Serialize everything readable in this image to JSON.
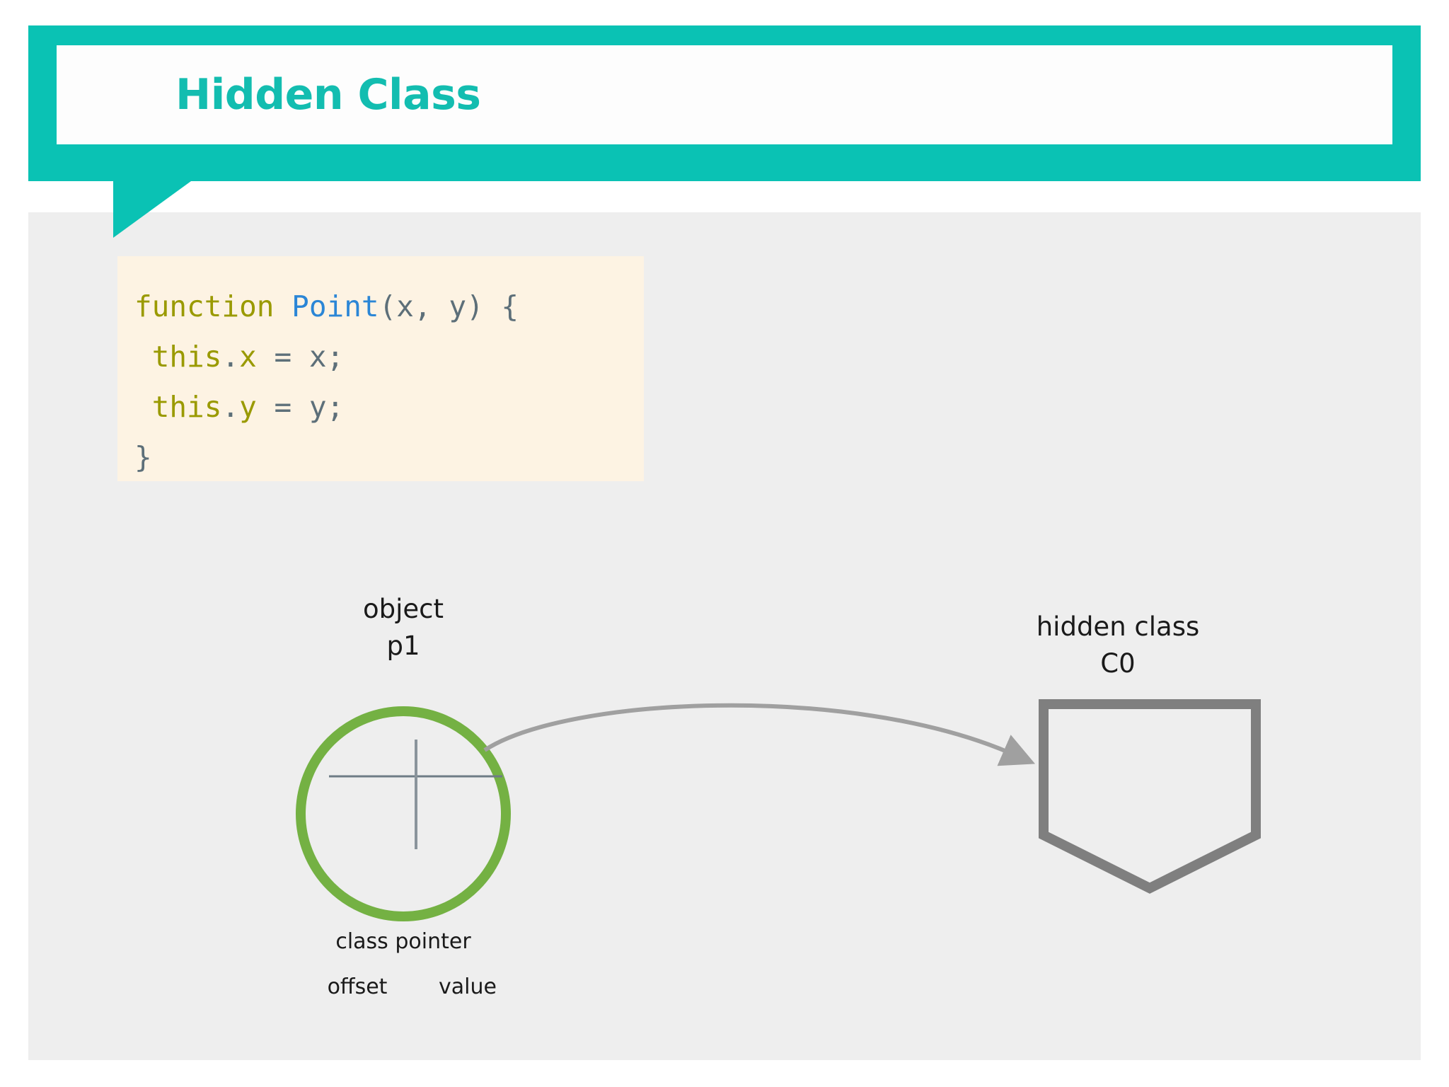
{
  "slide": {
    "title": "Hidden Class",
    "accent_color": "#0ac2b4",
    "title_color": "#13bdb0",
    "panel_color": "#eeeeee",
    "page_background": "#ffffff"
  },
  "code_block": {
    "background": "#fdf3e3",
    "language": "javascript",
    "lines": [
      {
        "tokens": [
          {
            "text": "function",
            "kind": "keyword"
          },
          {
            "text": " ",
            "kind": "plain"
          },
          {
            "text": "Point",
            "kind": "function-name"
          },
          {
            "text": "(x, y) {",
            "kind": "punctuation"
          }
        ]
      },
      {
        "tokens": [
          {
            "text": " ",
            "kind": "plain"
          },
          {
            "text": "this",
            "kind": "keyword"
          },
          {
            "text": ".",
            "kind": "punctuation"
          },
          {
            "text": "x",
            "kind": "keyword"
          },
          {
            "text": " = x;",
            "kind": "punctuation"
          }
        ]
      },
      {
        "tokens": [
          {
            "text": " ",
            "kind": "plain"
          },
          {
            "text": "this",
            "kind": "keyword"
          },
          {
            "text": ".",
            "kind": "punctuation"
          },
          {
            "text": "y",
            "kind": "keyword"
          },
          {
            "text": " = y;",
            "kind": "punctuation"
          }
        ]
      },
      {
        "tokens": [
          {
            "text": "}",
            "kind": "punctuation"
          }
        ]
      }
    ],
    "plain_text": "function Point(x, y) {\n this.x = x;\n this.y = y;\n}",
    "colors": {
      "keyword": "#9a9a00",
      "function_name": "#2b86d6",
      "punctuation": "#5d6f79"
    }
  },
  "diagram": {
    "object_node": {
      "label_line1": "object",
      "label_line2": "p1",
      "shape": "circle",
      "stroke_color": "#74b143",
      "fill_color": "#eeeeee",
      "fields": {
        "pointer_label": "class pointer",
        "column_headers": [
          "offset",
          "value"
        ],
        "rows": []
      }
    },
    "hidden_class_node": {
      "label_line1": "hidden class",
      "label_line2": "C0",
      "shape": "pentagon-down",
      "stroke_color": "#7f7f7f",
      "fill_color": "#eeeeee"
    },
    "arrow": {
      "from": "object-p1-class-pointer",
      "to": "hidden-class-C0",
      "style": "curved",
      "color": "#a0a0a0",
      "head": "triangle"
    }
  }
}
